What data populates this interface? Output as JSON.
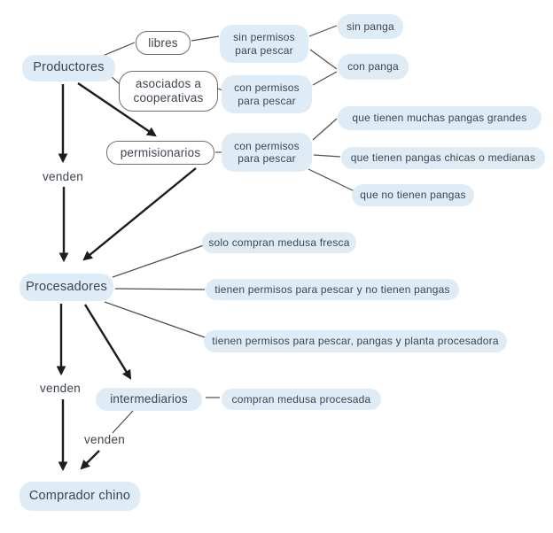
{
  "nodes": {
    "productores": "Productores",
    "libres": "libres",
    "asociados_cooperativas": "asociados a cooperativas",
    "permisionarios": "permisionarios",
    "sin_permisos_pescar": "sin permisos para pescar",
    "con_permisos_pescar_coop": "con permisos para pescar",
    "con_permisos_pescar_perm": "con permisos para pescar",
    "sin_panga": "sin panga",
    "con_panga": "con panga",
    "pangas_grandes": "que tienen muchas pangas grandes",
    "pangas_chicas": "que tienen pangas chicas o medianas",
    "no_pangas": "que no tienen pangas",
    "procesadores": "Procesadores",
    "solo_compran_fresca": "solo compran medusa fresca",
    "permisos_sin_pangas": "tienen permisos para pescar y no tienen pangas",
    "permisos_planta": "tienen permisos para pescar, pangas y planta procesadora",
    "intermediarios": "intermediarios",
    "compran_procesada": "compran medusa procesada",
    "comprador_chino": "Comprador chino"
  },
  "edge_labels": {
    "venden_productores": "venden",
    "venden_procesadores": "venden",
    "venden_intermediarios": "venden"
  },
  "colors": {
    "background": "#ffffff",
    "bubble_fill": "#dfecf5",
    "text": "#3c4650",
    "thin_line": "#4d4d4d",
    "arrow": "#1c1c1c",
    "outline_border": "#6e6e6e"
  }
}
